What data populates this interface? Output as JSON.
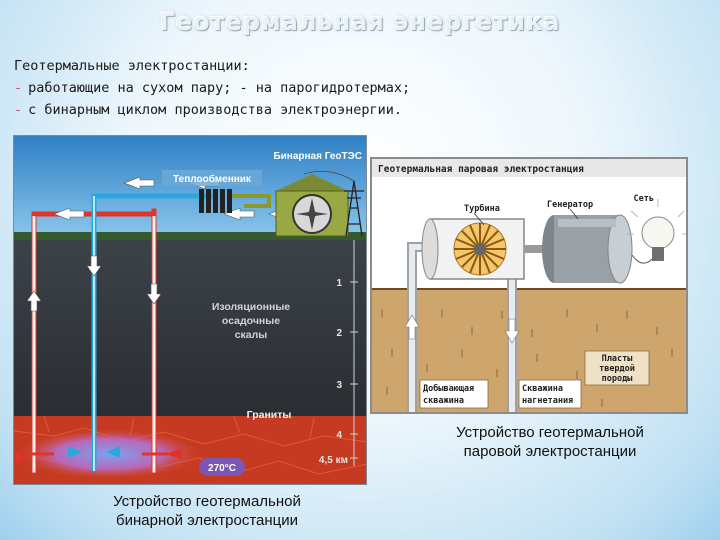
{
  "slide": {
    "title": "Геотермальная энергетика",
    "intro": [
      {
        "dash": "",
        "text": "Геотермальные электростанции:"
      },
      {
        "dash": "-",
        "text": "работающие на сухом пару; - на парогидротермах;"
      },
      {
        "dash": "-",
        "text": "с бинарным циклом производства электроэнергии."
      }
    ]
  },
  "binary_diagram": {
    "title": "Бинарная ГеоТЭС",
    "heat_exchanger": "Теплообменник",
    "layer_label": [
      "Изоляционные",
      "осадочные",
      "скалы"
    ],
    "granite": "Граниты",
    "temperature": "270°C",
    "depth_ticks": [
      "1",
      "2",
      "3",
      "4",
      "4,5 км"
    ],
    "caption": [
      "Устройство геотермальной",
      "бинарной электростанции"
    ]
  },
  "steam_diagram": {
    "title": "Геотермальная паровая электростанция",
    "turbine": "Турбина",
    "generator": "Генератор",
    "grid": "Сеть",
    "rock": [
      "Пласты",
      "твердой",
      "породы"
    ],
    "production_well": [
      "Добывающая",
      "скважина"
    ],
    "injection_well": [
      "Скважина",
      "нагнетания"
    ],
    "caption": [
      "Устройство геотермальной",
      "паровой электростанции"
    ]
  },
  "colors": {
    "hot_pipe": "#e0342b",
    "cold_pipe": "#29a8dd",
    "rock": "#3a3f45",
    "magma": "#c8321c"
  }
}
